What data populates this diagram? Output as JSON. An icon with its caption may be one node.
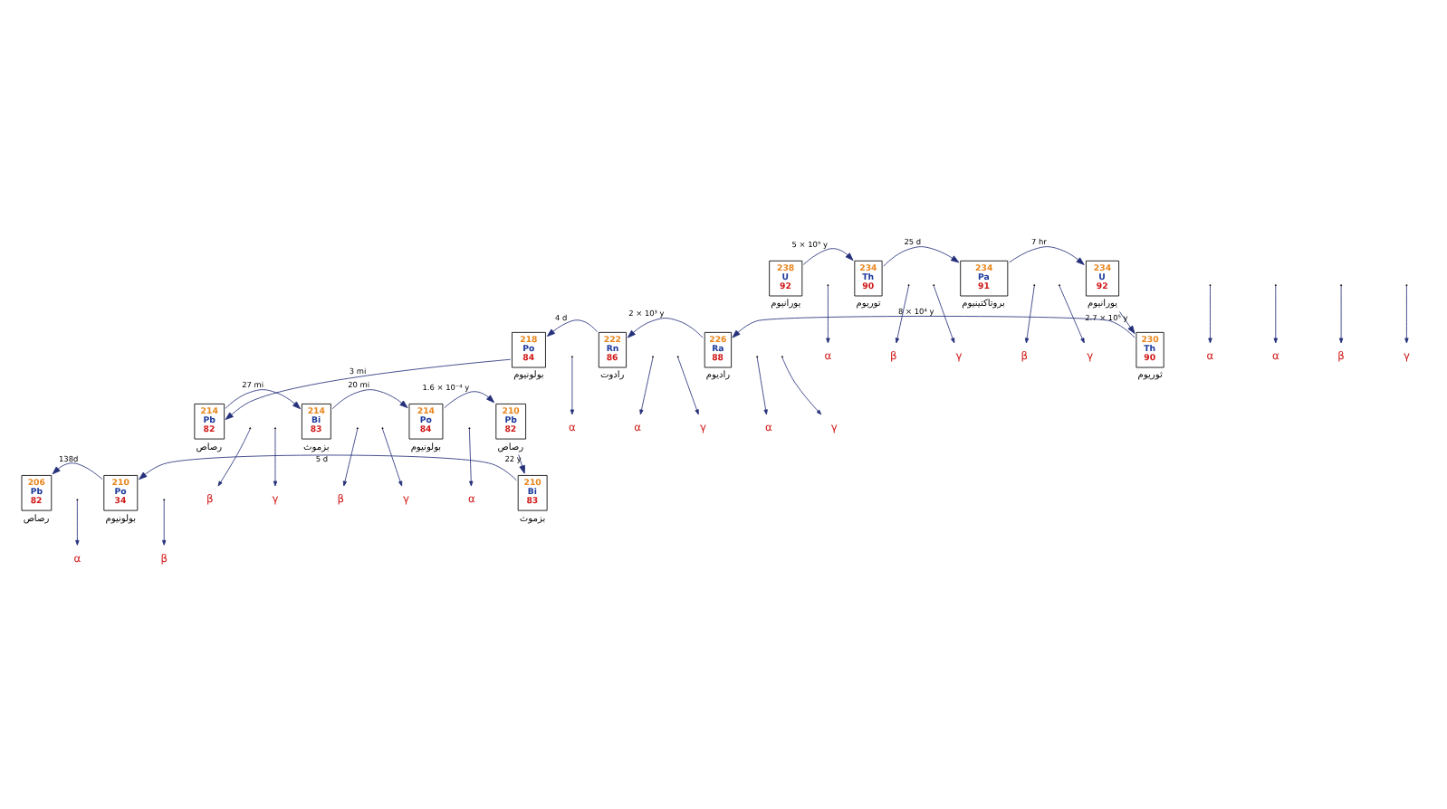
{
  "diagram": {
    "nodes": [
      {
        "text": [
          "238",
          "U",
          "92"
        ],
        "beside": [
          "يورانيوم"
        ]
      },
      {
        "text": [
          "234",
          "Th",
          "90"
        ],
        "beside": [
          "توريوم"
        ]
      },
      {
        "text": [
          "234",
          "Pa",
          "91"
        ],
        "beside": [
          "بروتاكتينيوم"
        ]
      },
      {
        "text": [
          "234",
          "U",
          "92"
        ],
        "beside": [
          "يورانيوم"
        ]
      },
      {
        "text": [
          "230",
          "Th",
          "90"
        ],
        "beside": [
          "ثوريوم"
        ]
      },
      {
        "text": [
          "226",
          "Ra",
          "88"
        ],
        "beside": [
          "راديوم"
        ]
      },
      {
        "text": [
          "222",
          "Rn",
          "86"
        ],
        "beside": [
          "رادوت"
        ]
      },
      {
        "text": [
          "218",
          "Po",
          "84"
        ],
        "beside": [
          "بولونيوم"
        ]
      },
      {
        "text": [
          "214",
          "Pb",
          "82"
        ],
        "beside": [
          "رصاص"
        ]
      },
      {
        "text": [
          "214",
          "Bi",
          "83"
        ],
        "beside": [
          "بزموث"
        ]
      },
      {
        "text": [
          "214",
          "Po",
          "84"
        ],
        "beside": [
          "بولونيوم"
        ]
      },
      {
        "text": [
          "210",
          "Pb",
          "82"
        ],
        "beside": [
          "رصاص"
        ]
      },
      {
        "text": [
          "210",
          "Bi",
          "83"
        ],
        "beside": [
          "بزموث"
        ]
      },
      {
        "text": [
          "210",
          "Po",
          "34"
        ],
        "beside": [
          "بولونيوم"
        ]
      },
      {
        "text": [
          "206",
          "Pb",
          "82"
        ],
        "beside": [
          "رصاص"
        ]
      },
      {
        "text": [
          "α"
        ]
      },
      {
        "text": [
          "β"
        ]
      },
      {
        "text": [
          "γ"
        ]
      },
      {
        "text": [
          "β"
        ]
      },
      {
        "text": [
          "γ"
        ]
      },
      {
        "text": [
          "α"
        ]
      },
      {
        "text": [
          "α"
        ]
      },
      {
        "text": [
          "γ"
        ]
      },
      {
        "text": [
          "α"
        ]
      },
      {
        "text": [
          "γ"
        ]
      },
      {
        "text": [
          "α"
        ]
      },
      {
        "text": [
          "α"
        ]
      },
      {
        "text": [
          "β"
        ]
      },
      {
        "text": [
          "γ"
        ]
      },
      {
        "text": [
          "β"
        ]
      },
      {
        "text": [
          "γ"
        ]
      },
      {
        "text": [
          "α"
        ]
      },
      {
        "text": [
          "β"
        ]
      },
      {
        "text": [
          "γ"
        ]
      },
      {
        "text": [
          "β"
        ]
      },
      {
        "text": [
          "α"
        ]
      }
    ],
    "edges": [
      {
        "from": 0,
        "to": 1,
        "arrow": "to",
        "label": "5 × 10⁹ y"
      },
      {
        "from": null,
        "to": 15,
        "arrow": "to"
      },
      {
        "from": 1,
        "to": 2,
        "arrow": "to",
        "label": "25 d"
      },
      {
        "from": null,
        "to": 16,
        "arrow": "to"
      },
      {
        "from": null,
        "to": 17,
        "arrow": "to"
      },
      {
        "from": 2,
        "to": 3,
        "arrow": "to",
        "label": "7 hr"
      },
      {
        "from": null,
        "to": 18,
        "arrow": "to"
      },
      {
        "from": null,
        "to": 19,
        "arrow": "to"
      },
      {
        "from": 3,
        "to": 4,
        "arrow": "to",
        "label": "2.7 × 10⁵ y"
      },
      {
        "from": null,
        "to": 20,
        "arrow": "to"
      },
      {
        "from": 4,
        "to": 5,
        "arrow": "to",
        "label": "8 × 10⁴ y"
      },
      {
        "from": null,
        "to": 21,
        "arrow": "to"
      },
      {
        "from": null,
        "to": 22,
        "arrow": "to"
      },
      {
        "from": 5,
        "to": 6,
        "arrow": "to",
        "label": "2 × 10³ y"
      },
      {
        "from": null,
        "to": 23,
        "arrow": "to"
      },
      {
        "from": null,
        "to": 24,
        "arrow": "to"
      },
      {
        "from": 6,
        "to": 7,
        "arrow": "to",
        "label": "4 d"
      },
      {
        "from": null,
        "to": 25,
        "arrow": "to"
      },
      {
        "from": 7,
        "to": 8,
        "arrow": "to",
        "label": "3 mi"
      },
      {
        "from": null,
        "to": 26,
        "arrow": "to"
      },
      {
        "from": 8,
        "to": 9,
        "arrow": "to",
        "label": "27 mi"
      },
      {
        "from": null,
        "to": 27,
        "arrow": "to"
      },
      {
        "from": null,
        "to": 28,
        "arrow": "to"
      },
      {
        "from": 9,
        "to": 10,
        "arrow": "to",
        "label": "20 mi"
      },
      {
        "from": null,
        "to": 29,
        "arrow": "to"
      },
      {
        "from": null,
        "to": 30,
        "arrow": "to"
      },
      {
        "from": 10,
        "to": 11,
        "arrow": "to",
        "label": "1.6 × 10⁻⁴ y"
      },
      {
        "from": null,
        "to": 31,
        "arrow": "to"
      },
      {
        "from": 11,
        "to": 12,
        "arrow": "to",
        "label": "22 y"
      },
      {
        "from": null,
        "to": 32,
        "arrow": "to"
      },
      {
        "from": null,
        "to": 33,
        "arrow": "to"
      },
      {
        "from": 12,
        "to": 13,
        "arrow": "to",
        "label": "5 d"
      },
      {
        "from": null,
        "to": 34,
        "arrow": "to"
      },
      {
        "from": 13,
        "to": 14,
        "arrow": "to",
        "label": "138d"
      },
      {
        "from": null,
        "to": 35,
        "arrow": "to"
      }
    ]
  }
}
